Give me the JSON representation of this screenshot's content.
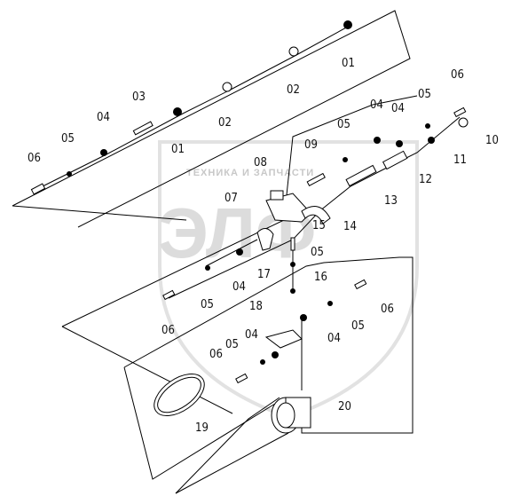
{
  "watermark": {
    "big_text": "ЭЛФ",
    "small_text": "ТЕХНИКА И ЗАПЧАСТИ"
  },
  "labels": {
    "l01a": "01",
    "l01b": "01",
    "l02a": "02",
    "l02b": "02",
    "l03": "03",
    "l04a": "04",
    "l04b": "04",
    "l04c": "04",
    "l04d": "04",
    "l04e": "04",
    "l04f": "04",
    "l05a": "05",
    "l05b": "05",
    "l05c": "05",
    "l05d": "05",
    "l05e": "05",
    "l05f": "05",
    "l06a": "06",
    "l06b": "06",
    "l06c": "06",
    "l06d": "06",
    "l06e": "06",
    "l07": "07",
    "l08": "08",
    "l09": "09",
    "l10": "10",
    "l11": "11",
    "l12": "12",
    "l13": "13",
    "l14": "14",
    "l15": "15",
    "l16": "16",
    "l17": "17",
    "l18": "18",
    "l19": "19",
    "l20": "20"
  }
}
